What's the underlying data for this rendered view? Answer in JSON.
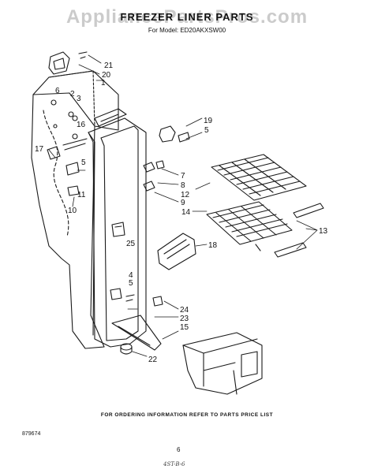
{
  "watermark": "AppliancePartsPros.com",
  "title": "FREEZER LINER PARTS",
  "model_line": "For Model: ED20AKXSW00",
  "footer_note": "FOR ORDERING INFORMATION REFER TO PARTS PRICE LIST",
  "doc_code": "879674",
  "page_number": "6",
  "handwritten": "4ST-B-6",
  "callouts": {
    "c21": "21",
    "c20": "20",
    "c1": "1",
    "c6": "6",
    "c2": "2",
    "c3": "3",
    "c16": "16",
    "c17": "17",
    "c5a": "5",
    "c11": "11",
    "c10": "10",
    "c19": "19",
    "c5b": "5",
    "c7": "7",
    "c8": "8",
    "c12": "12",
    "c9": "9",
    "c14": "14",
    "c13": "13",
    "c18": "18",
    "c25": "25",
    "c4": "4",
    "c5c": "5",
    "c24": "24",
    "c23": "23",
    "c15": "15",
    "c22": "22"
  }
}
